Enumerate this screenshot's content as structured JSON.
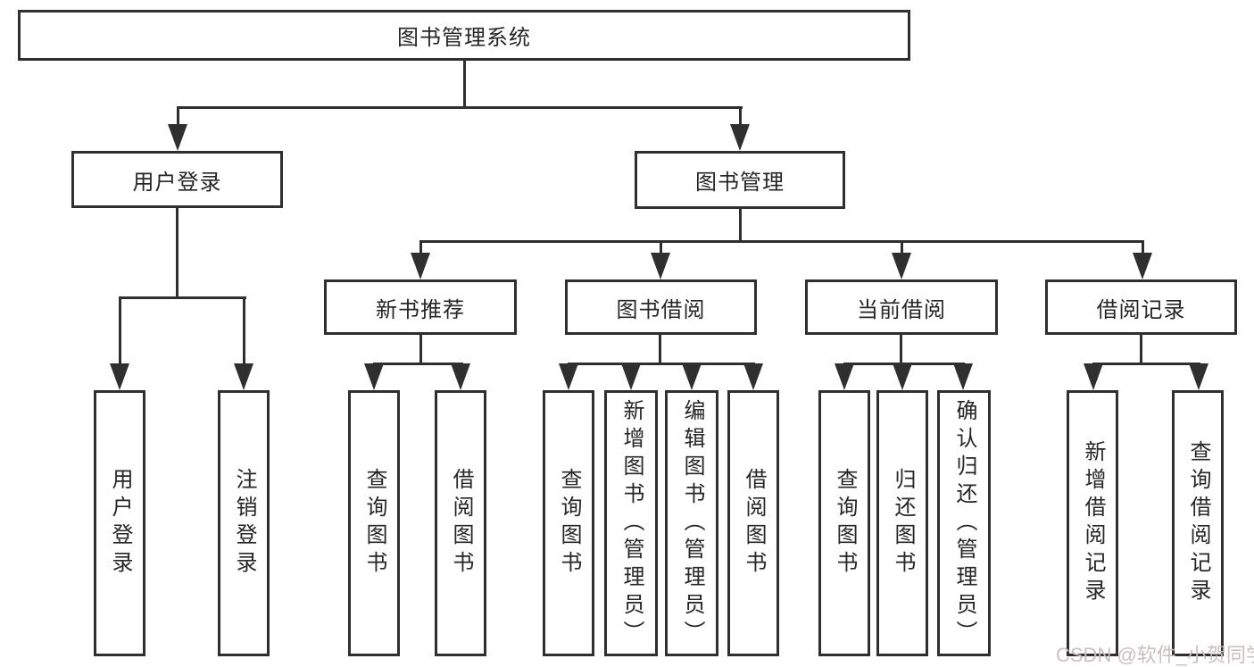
{
  "diagram": {
    "type": "hierarchy-tree",
    "line_color": "#2f2f2f",
    "box_background": "#ffffff",
    "text_color": "#262626",
    "tree": {
      "label": "图书管理系统",
      "children": [
        {
          "label": "用户登录",
          "children": [
            {
              "label": "用户登录"
            },
            {
              "label": "注销登录"
            }
          ]
        },
        {
          "label": "图书管理",
          "children": [
            {
              "label": "新书推荐",
              "children": [
                {
                  "label": "查询图书"
                },
                {
                  "label": "借阅图书"
                }
              ]
            },
            {
              "label": "图书借阅",
              "children": [
                {
                  "label": "查询图书"
                },
                {
                  "label": "新增图书（管理员）"
                },
                {
                  "label": "编辑图书（管理员）"
                },
                {
                  "label": "借阅图书"
                }
              ]
            },
            {
              "label": "当前借阅",
              "children": [
                {
                  "label": "查询图书"
                },
                {
                  "label": "归还图书"
                },
                {
                  "label": "确认归还（管理员）"
                }
              ]
            },
            {
              "label": "借阅记录",
              "children": [
                {
                  "label": "新增借阅记录"
                },
                {
                  "label": "查询借阅记录"
                }
              ]
            }
          ]
        }
      ]
    }
  },
  "watermark": {
    "text": "CSDN @软件_小贺同学",
    "color": "#c9bfbf"
  }
}
